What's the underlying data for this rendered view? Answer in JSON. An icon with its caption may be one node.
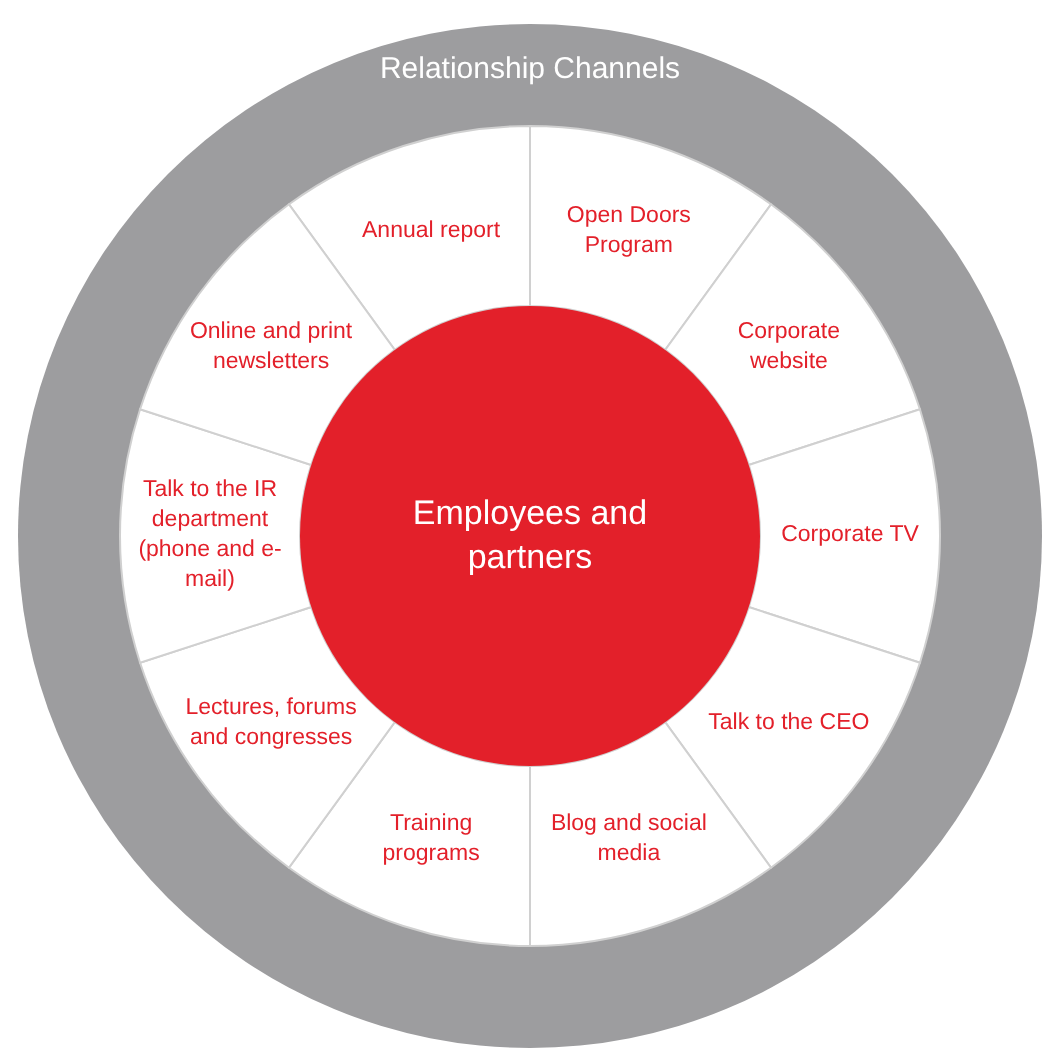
{
  "diagram": {
    "nodes": [
      {
        "text": [
          "Relationship Channels"
        ]
      },
      {
        "text": [
          "Employees and partners"
        ],
        "in": 0
      },
      {
        "text": [
          "Annual report"
        ],
        "in": 0
      },
      {
        "text": [
          "Open Doors Program"
        ],
        "in": 0
      },
      {
        "text": [
          "Corporate website"
        ],
        "in": 0
      },
      {
        "text": [
          "Corporate TV"
        ],
        "in": 0
      },
      {
        "text": [
          "Talk to the CEO"
        ],
        "in": 0
      },
      {
        "text": [
          "Blog and social media"
        ],
        "in": 0
      },
      {
        "text": [
          "Training programs"
        ],
        "in": 0
      },
      {
        "text": [
          "Lectures, forums and congresses"
        ],
        "in": 0
      },
      {
        "text": [
          "Talk to the IR department (phone and e-mail)"
        ],
        "in": 0
      },
      {
        "text": [
          "Online and print newsletters"
        ],
        "in": 0
      }
    ]
  }
}
